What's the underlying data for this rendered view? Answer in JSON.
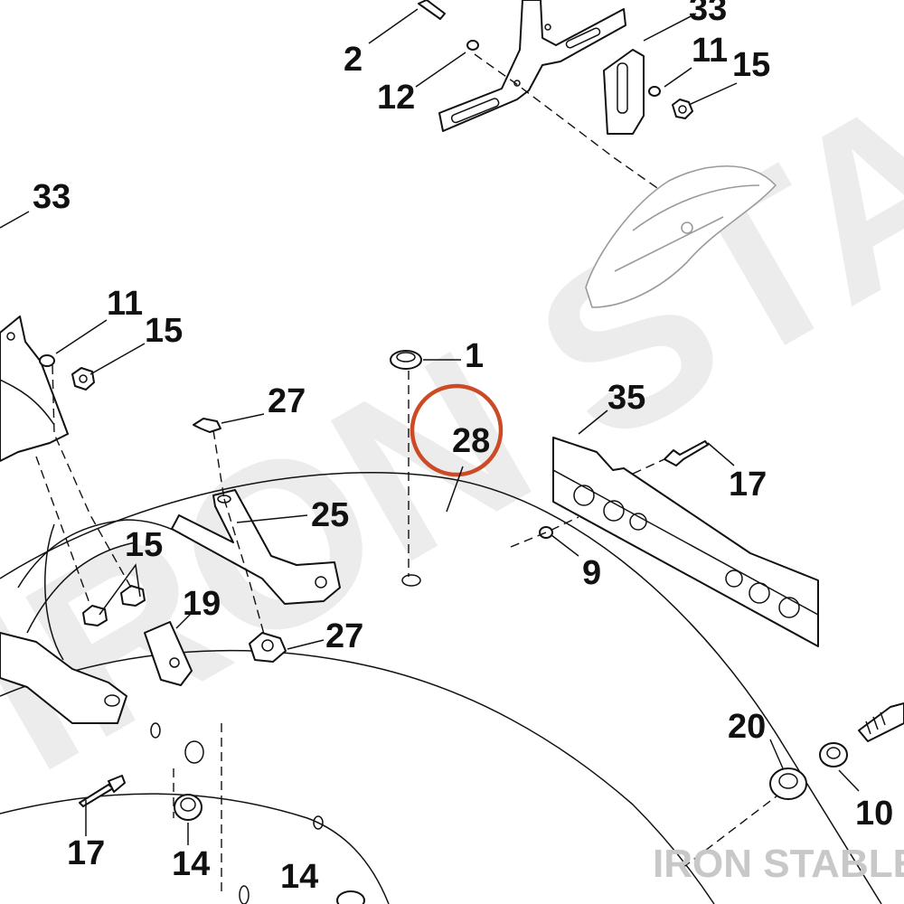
{
  "watermark": {
    "text": "IRON STABLE"
  },
  "brand": {
    "text": "IRON STABLE"
  },
  "highlight": {
    "color": "#cc4a25",
    "label": "28"
  },
  "callouts": {
    "c2": "2",
    "c12": "12",
    "c33_top": "33",
    "c11_top": "11",
    "c15_top": "15",
    "c33_left": "33",
    "c11_left": "11",
    "c15_left": "15",
    "c1": "1",
    "c27_top": "27",
    "c35": "35",
    "c17_right": "17",
    "c25": "25",
    "c15_mid": "15",
    "c9": "9",
    "c19": "19",
    "c27_low": "27",
    "c20": "20",
    "c10": "10",
    "c17_low": "17",
    "c14_a": "14",
    "c14_b": "14"
  }
}
